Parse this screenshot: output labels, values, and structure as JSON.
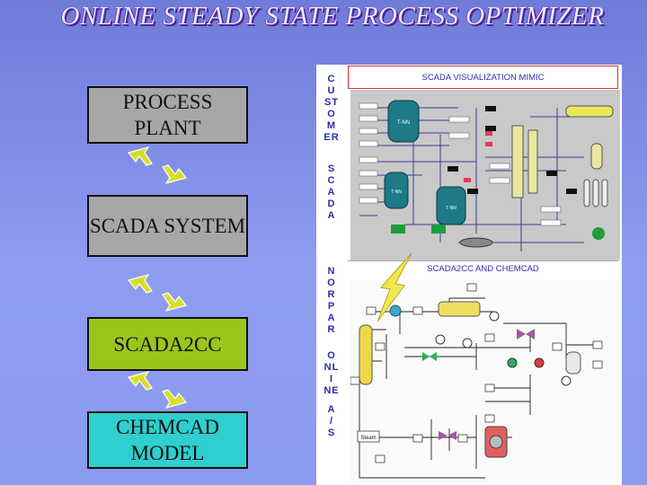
{
  "title": "ONLINE STEADY STATE PROCESS OPTIMIZER",
  "boxes": {
    "process_plant": "PROCESS PLANT",
    "scada_system": "SCADA SYSTEM",
    "scada2cc": "SCADA2CC",
    "chemcad_model": "CHEMCAD MODEL"
  },
  "vertical_labels": {
    "customer": [
      "C",
      "U",
      "ST",
      "O",
      "M",
      "ER"
    ],
    "scada": [
      "S",
      "C",
      "A",
      "D",
      "A"
    ],
    "norpar": [
      "N",
      "O",
      "R",
      "P",
      "A",
      "R"
    ],
    "online": [
      "O",
      "NL",
      "I",
      "NE"
    ],
    "as": [
      "A",
      "/",
      "S"
    ]
  },
  "panels": {
    "mimic_title": "SCADA VISUALIZATION MIMIC",
    "cc_title": "SCADA2CC AND CHEMCAD"
  },
  "mimic": {
    "tanks": [
      "T-NN",
      "T-NN",
      "T-NN"
    ],
    "stream_label": "Steam"
  },
  "colors": {
    "background": "#8c9aef",
    "process_box": "#a7a7a7",
    "scada2cc_box": "#98c61a",
    "chemcad_box": "#2ecfce",
    "label_blue": "#2b2bb0",
    "arrow_yellow": "#d8df2a",
    "mimic_bg": "#c9c9c9"
  }
}
